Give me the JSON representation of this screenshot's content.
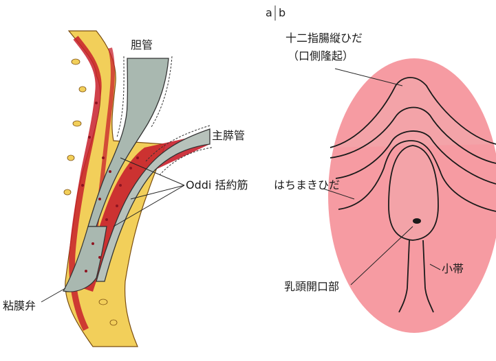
{
  "panel_label": {
    "a": "a",
    "b": "b"
  },
  "left_labels": {
    "bile_duct": "胆管",
    "main_pancreatic_duct": "主膵管",
    "oddi_sphincter": "Oddi 括約筋",
    "mucosal_valve": "粘膜弁"
  },
  "right_labels": {
    "longitudinal_fold_1": "十二指腸縦ひだ",
    "longitudinal_fold_2": "（口側隆起）",
    "hood_fold": "はちまきひだ",
    "frenulum": "小帯",
    "papillary_orifice": "乳頭開口部"
  },
  "colors": {
    "muscle_red": "#c8202c",
    "tissue_yellow": "#f2cf5a",
    "duct_gray": "#a9b8b0",
    "mucosa_pink": "#f48a92",
    "papilla_pink": "#f3a3a8"
  }
}
